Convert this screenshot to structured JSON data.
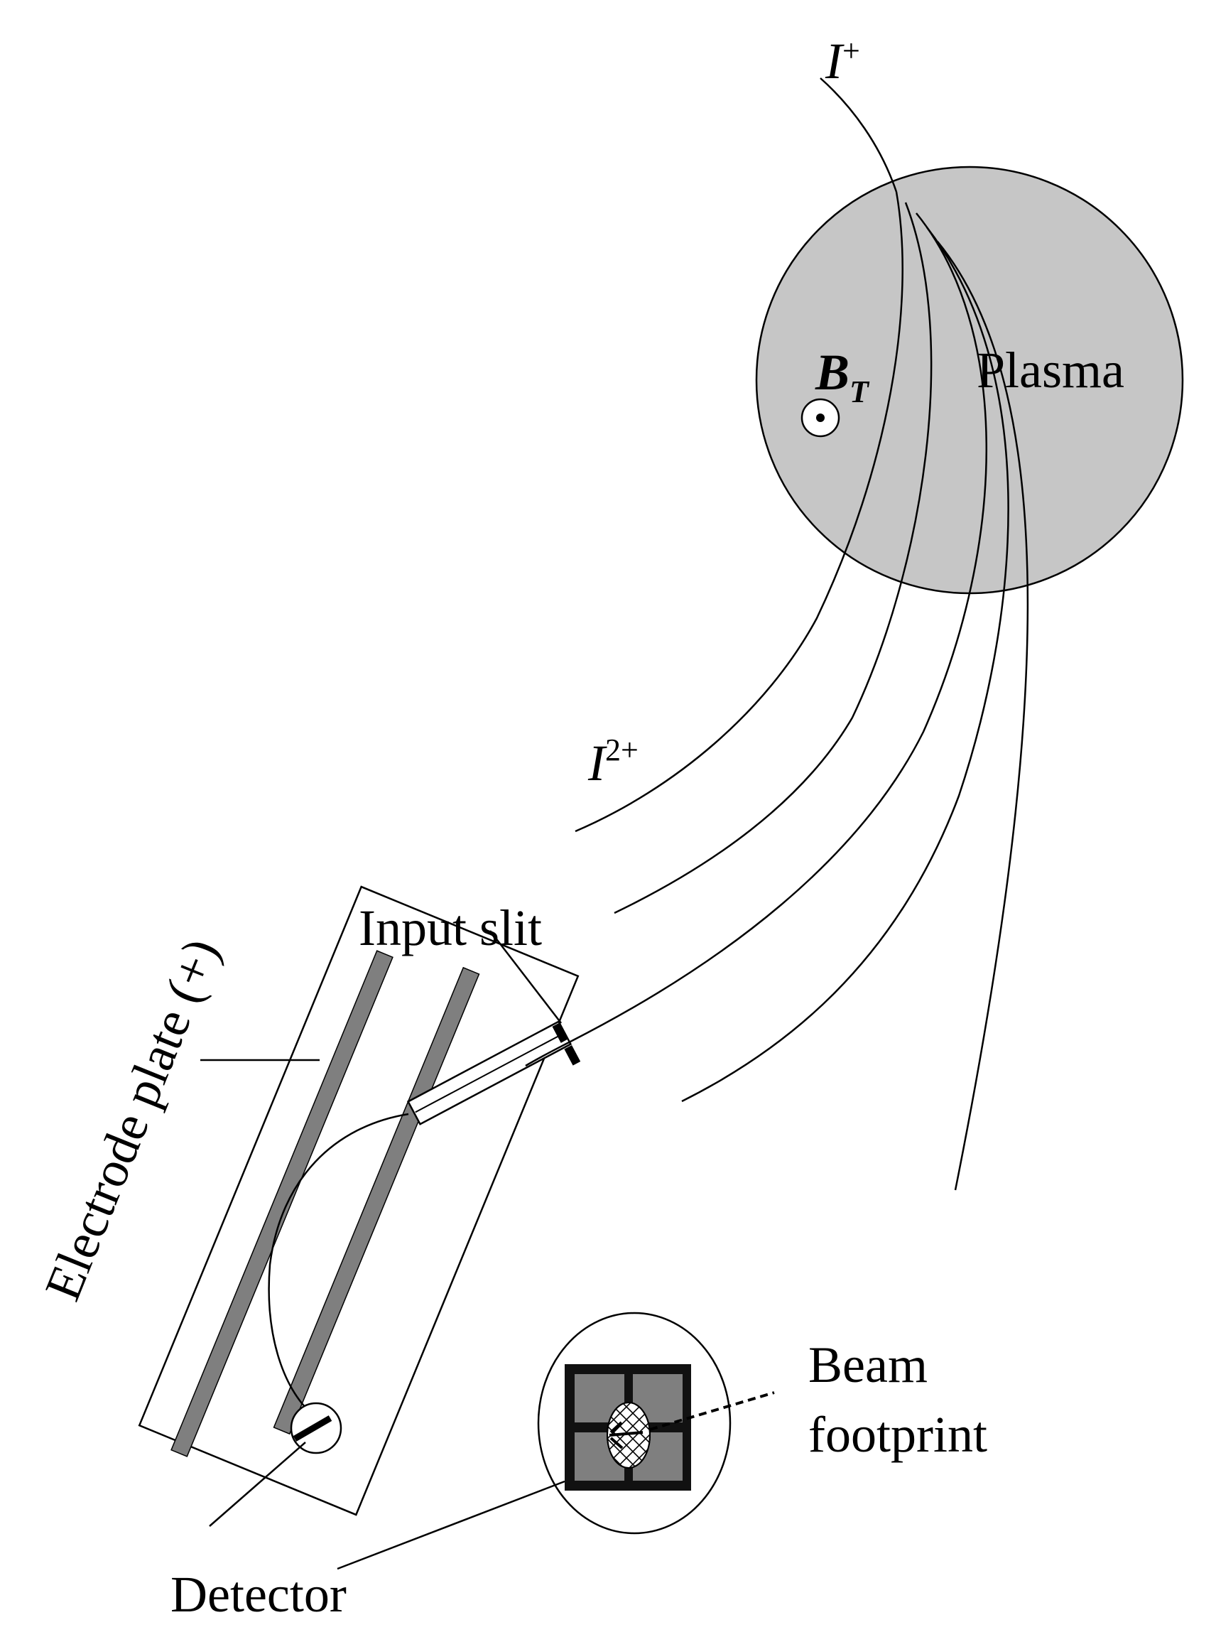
{
  "labels": {
    "primary_ion": "I",
    "primary_ion_charge": "+",
    "secondary_ion": "I",
    "secondary_ion_charge": "2+",
    "plasma": "Plasma",
    "field_symbol": "B",
    "field_subscript": "T",
    "input_slit": "Input slit",
    "electrode_plate": "Electrode plate (+)",
    "beam_footprint_line1": "Beam",
    "beam_footprint_line2": "footprint",
    "detector": "Detector"
  },
  "colors": {
    "plasma_fill": "#c6c6c6",
    "plate_fill": "#7f7f7f",
    "detector_frame": "#111111",
    "detector_cell": "#7f7f7f",
    "stroke": "#000000",
    "background": "#ffffff"
  },
  "icons": {
    "field_direction": "out-of-page-circle-dot-icon",
    "footprint_pattern": "crosshatch-ellipse-icon"
  }
}
